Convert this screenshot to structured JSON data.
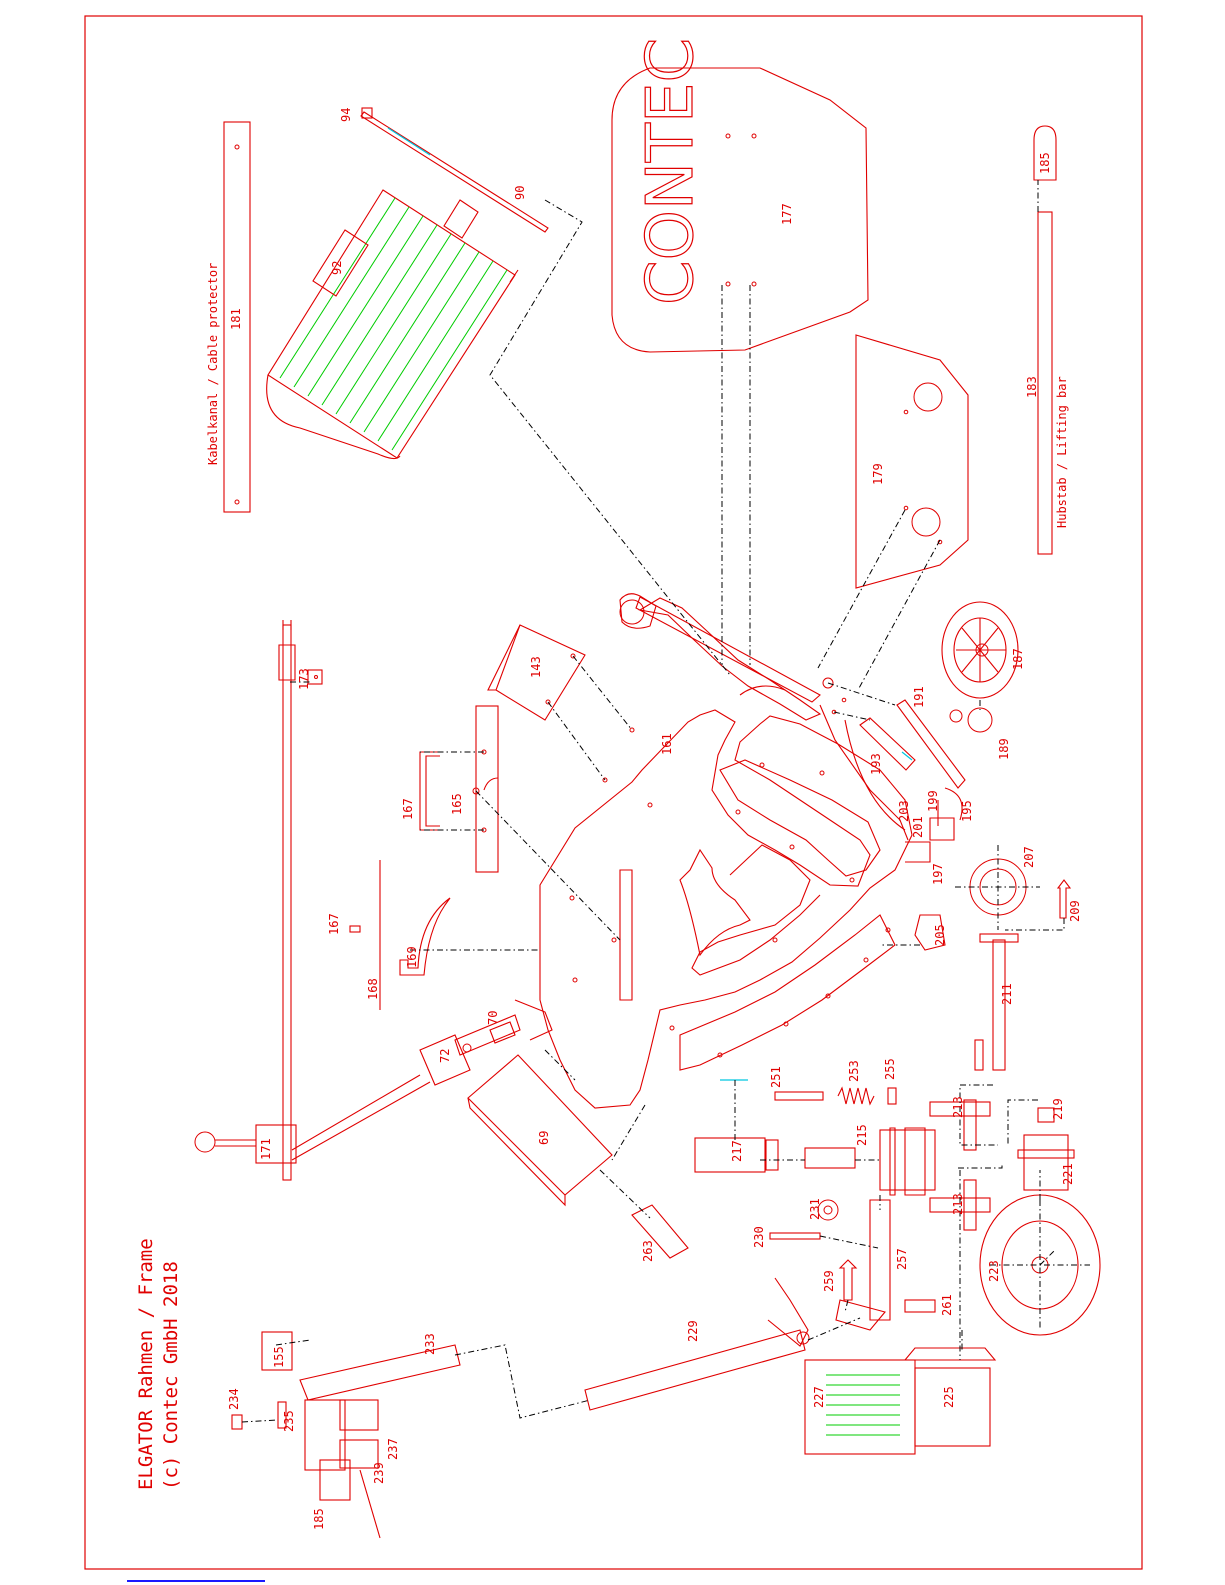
{
  "title": {
    "line1": "ELGATOR Rahmen / Frame",
    "line2": "(c) Contec GmbH 2018"
  },
  "brand": "CONTEC",
  "labels": {
    "cable_protector": "Kabelkanal / Cable protector",
    "lifting_bar": "Hubstab / Lifting bar"
  },
  "parts": {
    "p69": "69",
    "p70": "70",
    "p72": "72",
    "p90": "90",
    "p92": "92",
    "p94": "94",
    "p143": "143",
    "p155": "155",
    "p161": "161",
    "p165": "165",
    "p167a": "167",
    "p167b": "167",
    "p168": "168",
    "p169": "169",
    "p171": "171",
    "p173": "173",
    "p177": "177",
    "p179": "179",
    "p181": "181",
    "p183": "183",
    "p185a": "185",
    "p185b": "185",
    "p187": "187",
    "p189": "189",
    "p191": "191",
    "p193": "193",
    "p195": "195",
    "p197": "197",
    "p199": "199",
    "p201": "201",
    "p203": "203",
    "p205": "205",
    "p207": "207",
    "p209": "209",
    "p211": "211",
    "p213a": "213",
    "p213b": "213",
    "p215": "215",
    "p217": "217",
    "p219": "219",
    "p221": "221",
    "p223": "223",
    "p225": "225",
    "p227": "227",
    "p229": "229",
    "p230": "230",
    "p231": "231",
    "p233": "233",
    "p234": "234",
    "p235": "235",
    "p237": "237",
    "p239": "239",
    "p251": "251",
    "p253": "253",
    "p255": "255",
    "p257": "257",
    "p259": "259",
    "p261": "261",
    "p263": "263"
  },
  "colors": {
    "line": "#e00000",
    "leader": "#000000",
    "hatch": "#00cc00",
    "highlight": "#00c8e0",
    "footer_bar": "#1a1aff"
  }
}
